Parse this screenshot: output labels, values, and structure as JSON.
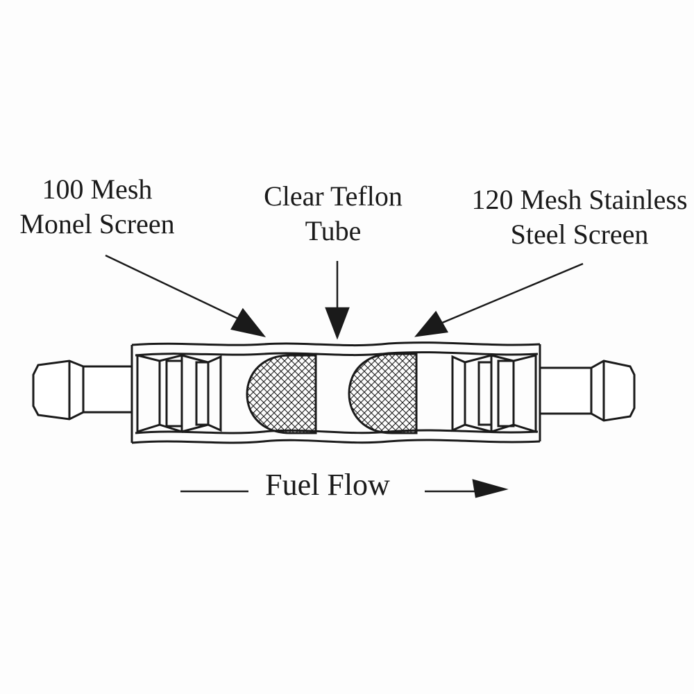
{
  "labels": {
    "left_screen": {
      "line1": "100 Mesh",
      "line2": "Monel Screen"
    },
    "center_tube": {
      "line1": "Clear Teflon",
      "line2": "Tube"
    },
    "right_screen": {
      "line1": "120 Mesh Stainless",
      "line2": "Steel Screen"
    },
    "flow": "Fuel Flow"
  },
  "colors": {
    "ink": "#1a1a1a",
    "paper": "#fdfdfd"
  }
}
